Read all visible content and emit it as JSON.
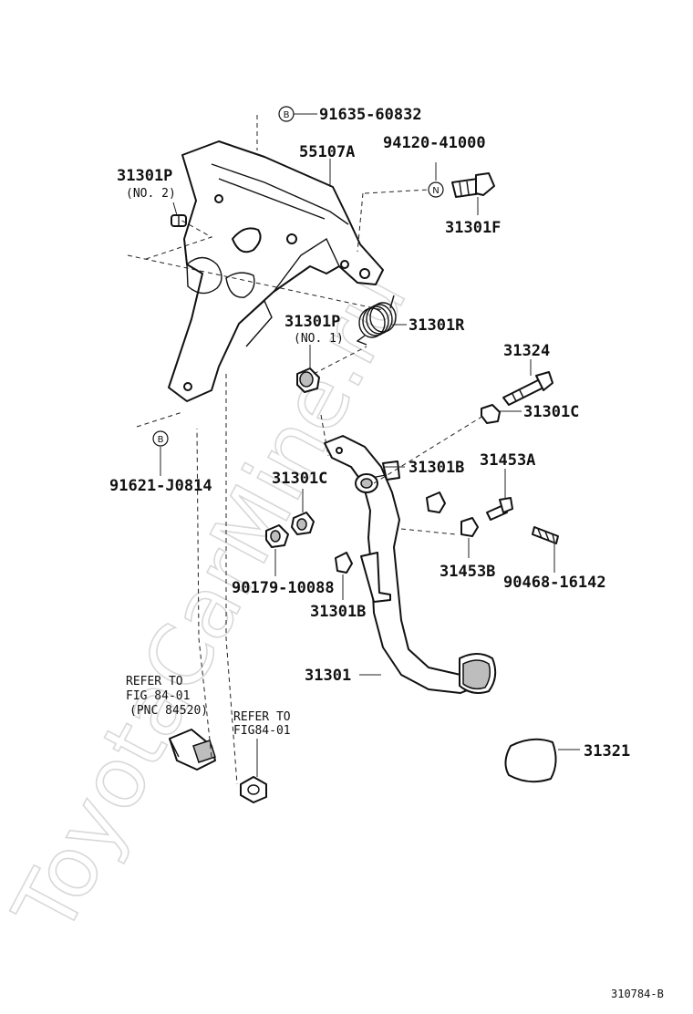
{
  "watermark": "ToyotaCarMine.ru",
  "figure_code": "310784-B",
  "part_labels": {
    "p91635": "91635-60832",
    "p55107A": "55107A",
    "p94120": "94120-41000",
    "p31301P_no2": "31301P",
    "no2": "(NO. 2)",
    "p31301F": "31301F",
    "p31301P_no1": "31301P",
    "no1": "(NO. 1)",
    "p31301R": "31301R",
    "p31324": "31324",
    "p31301C_r": "31301C",
    "p91621": "91621-J0814",
    "p31301B_t": "31301B",
    "p31453A": "31453A",
    "p31301C_l": "31301C",
    "p90179": "90179-10088",
    "p31453B": "31453B",
    "p90468": "90468-16142",
    "p31301B_b": "31301B",
    "p31301": "31301",
    "p31321": "31321"
  },
  "callouts": {
    "b_top": "B",
    "b_left": "B",
    "n_mark": "N"
  },
  "refer_notes": {
    "left_line1": "REFER TO",
    "left_line2": "FIG 84-01",
    "left_line3": "(PNC 84520)",
    "right_line1": "REFER TO",
    "right_line2": "FIG84-01"
  }
}
